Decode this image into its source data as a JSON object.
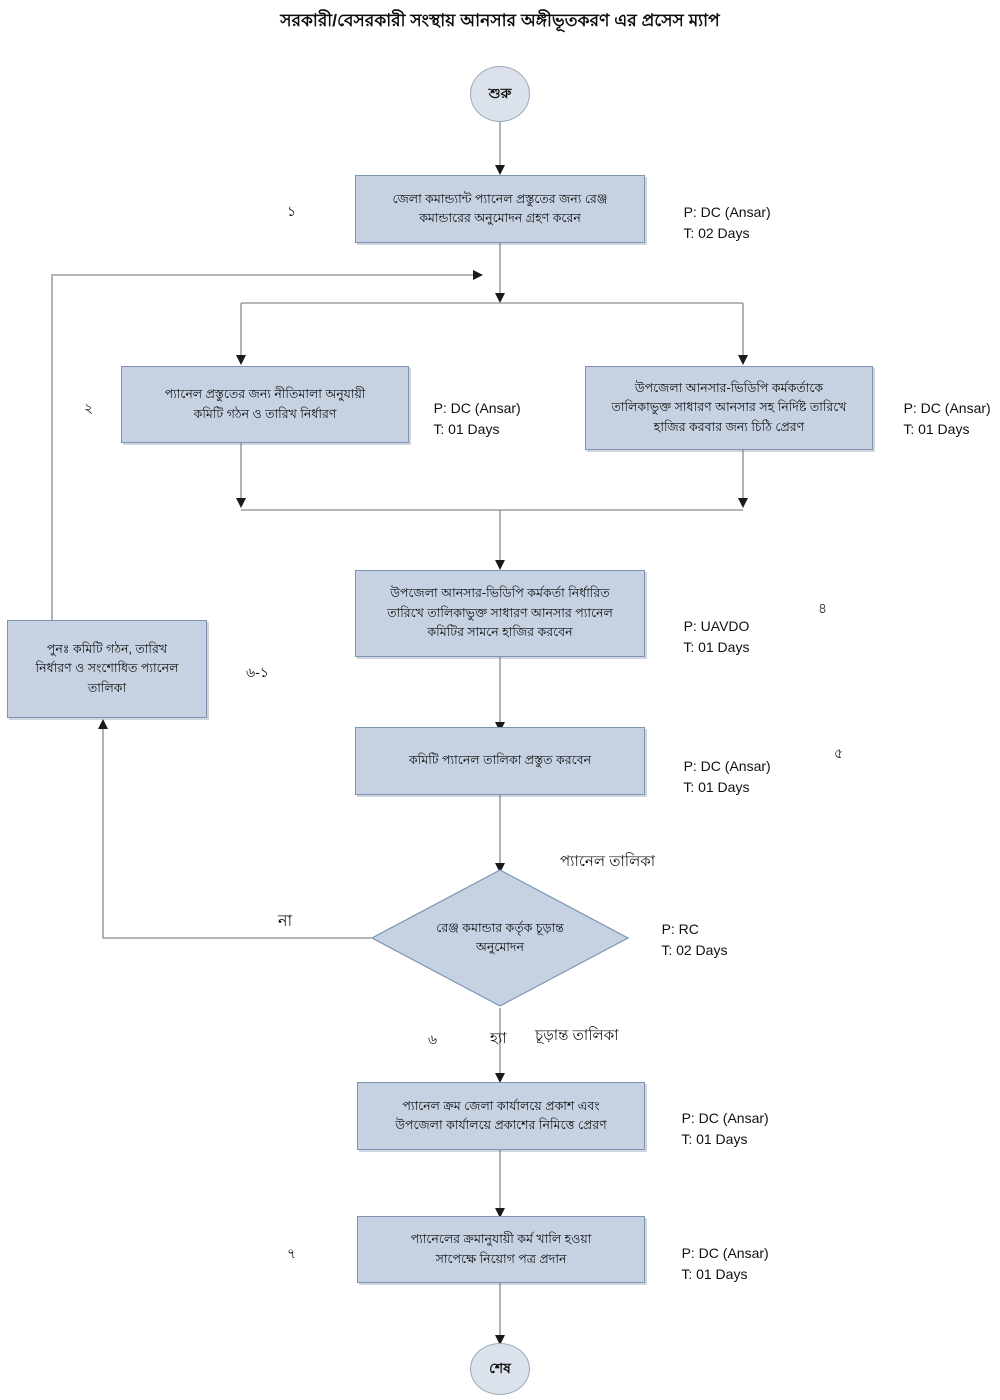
{
  "title": "সরকারী/বেসরকারী সংস্থায় আনসার অঙ্গীভূতকরণ এর প্রসেস ম্যাপ",
  "colors": {
    "process_fill": "#c6d2e2",
    "process_border": "#7d93b2",
    "terminator_fill": "#dbe2ec",
    "terminator_border": "#9aa8b8",
    "connector": "#8a8a8a",
    "text": "#111111"
  },
  "nodes": {
    "start": {
      "label": "শুরু"
    },
    "end": {
      "label": "শেষ"
    },
    "step1": {
      "line1": "জেলা কমান্ড্যান্ট প্যানেল প্রস্তুতের জন্য রেঞ্জ",
      "line2": "কমান্ডারের অনুমোদন গ্রহণ করেন",
      "performer": "P: DC (Ansar)",
      "time": "T: 02 Days",
      "number": "১"
    },
    "step2": {
      "line1": "প্যানেল প্রস্তুতের জন্য নীতিমালা অনুযায়ী",
      "line2": "কমিটি গঠন ও তারিখ নির্ধারণ",
      "performer": "P: DC (Ansar)",
      "time": "T: 01 Days",
      "number": "২"
    },
    "step3": {
      "line1": "উপজেলা আনসার-ভিডিপি কর্মকর্তাকে",
      "line2": "তালিকাভুক্ত সাধারণ আনসার সহ নির্দিষ্ট তারিখে",
      "line3": "হাজির করবার জন্য চিঠি প্রেরণ",
      "performer": "P: DC (Ansar)",
      "time": "T: 01 Days"
    },
    "step4": {
      "line1": "উপজেলা আনসার-ভিডিপি কর্মকর্তা নির্ধারিত",
      "line2": "তারিখে তালিকাভুক্ত সাধারণ আনসার প্যানেল",
      "line3": "কমিটির সামনে হাজির করবেন",
      "performer": "P: UAVDO",
      "time": "T: 01 Days",
      "number": "৪"
    },
    "step5": {
      "line1": "কমিটি প্যানেল তালিকা প্রস্তুত করবেন",
      "performer": "P: DC (Ansar)",
      "time": "T: 01 Days",
      "number": "৫"
    },
    "rework": {
      "line1": "পুনঃ  কমিটি গঠন, তারিখ",
      "line2": "নির্ধারণ ও সংশোধিত প্যানেল",
      "line3": "তালিকা",
      "number": "৬-১"
    },
    "decision": {
      "line1": "রেঞ্জ কমান্ডার কর্তৃক চূড়ান্ত",
      "line2": "অনুমোদন",
      "performer": "P: RC",
      "time": "T: 02 Days",
      "doc_label_above": "প্যানেল তালিকা",
      "yes_label": "হ্যা",
      "no_label": "না",
      "doc_label_below": "চূড়ান্ত তালিকা",
      "number": "৬"
    },
    "step6": {
      "line1": "প্যানেল ক্রম জেলা কার্যালয়ে প্রকাশ এবং",
      "line2": "উপজেলা কার্যালয়ে প্রকাশের নিমিত্তে প্রেরণ",
      "performer": "P: DC (Ansar)",
      "time": "T: 01 Days"
    },
    "step7": {
      "line1": "প্যানেলের ক্রমানুযায়ী কর্ম খালি হওয়া",
      "line2": "সাপেক্ষে নিয়োগ পত্র প্রদান",
      "performer": "P: DC (Ansar)",
      "time": "T: 01 Days",
      "number": "৭"
    }
  }
}
